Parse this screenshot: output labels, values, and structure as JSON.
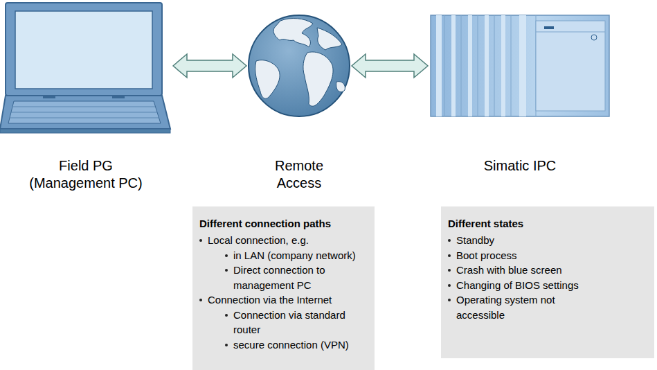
{
  "diagram": {
    "nodes": [
      {
        "text": [
          "Field PG (Management PC)"
        ]
      },
      {
        "text": [
          "Remote Access"
        ]
      },
      {
        "text": [
          "Simatic IPC"
        ]
      },
      {
        "text": [
          "Different connection paths",
          "Local connection, e.g.",
          "in LAN (company network)",
          "Direct connection to management PC",
          "Connection via the Internet",
          "Connection via standard router",
          "secure connection (VPN)"
        ]
      },
      {
        "text": [
          "Different states",
          "Standby",
          "Boot process",
          "Crash with blue screen",
          "Changing of BIOS settings",
          "Operating system not accessible"
        ]
      }
    ],
    "edges": [
      {
        "from": 0,
        "to": 1,
        "arrow": "both"
      },
      {
        "from": 1,
        "to": 2,
        "arrow": "both"
      }
    ]
  }
}
